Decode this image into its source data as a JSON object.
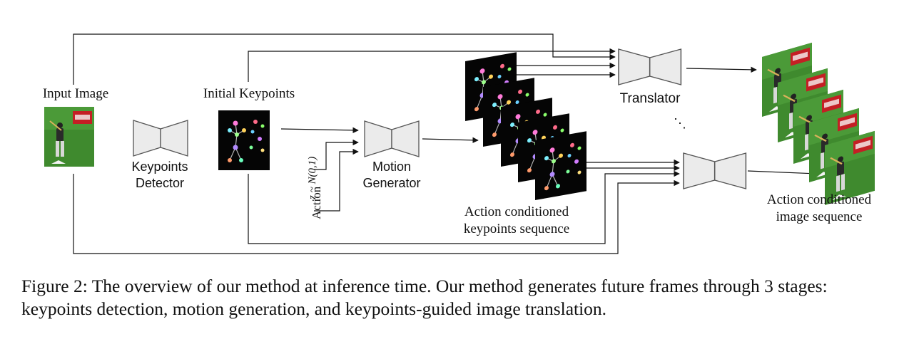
{
  "labels": {
    "input_image": "Input Image",
    "initial_keypoints": "Initial Keypoints",
    "keypoints_detector_line1": "Keypoints",
    "keypoints_detector_line2": "Detector",
    "motion_generator_line1": "Motion",
    "motion_generator_line2": "Generator",
    "noise": "z ~ N(0,1)",
    "action": "Action",
    "keypoints_sequence_line1": "Action conditioned",
    "keypoints_sequence_line2": "keypoints sequence",
    "translator": "Translator",
    "ellipsis": "⋱",
    "image_sequence_line1": "Action conditioned",
    "image_sequence_line2": "image sequence"
  },
  "caption": {
    "text": "Figure 2: The overview of our method at inference time. Our method generates future frames through 3 stages: keypoints detection, motion generation, and keypoints-guided image translation."
  },
  "colors": {
    "network_fill": "#ebebeb",
    "network_stroke": "#555555",
    "field_green": "#3f8a2e",
    "banner_red": "#c41f24",
    "keypoint_bg": "#050505"
  },
  "icons": {
    "network": "encoder-decoder-hourglass-icon",
    "arrow": "arrow-icon"
  }
}
